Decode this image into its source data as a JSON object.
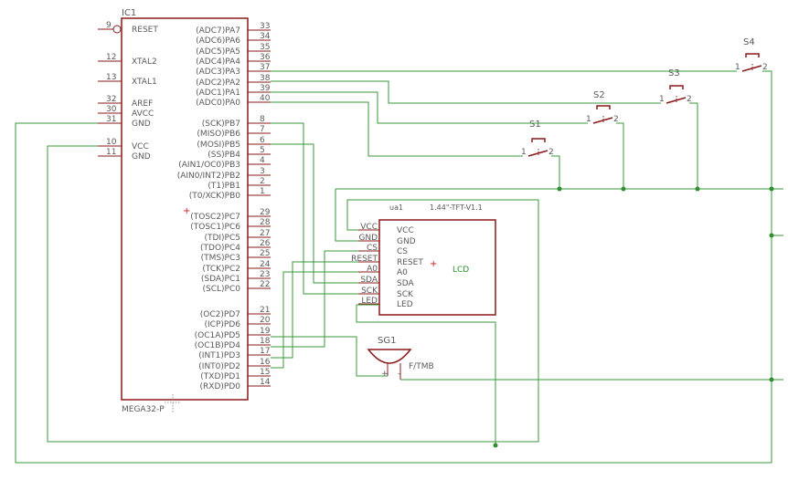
{
  "ic1": {
    "ref": "IC1",
    "part": "MEGA32-P",
    "left_pins": [
      {
        "num": "9",
        "name": "RESET"
      },
      {
        "num": "12",
        "name": "XTAL2"
      },
      {
        "num": "13",
        "name": "XTAL1"
      },
      {
        "num": "32",
        "name": "AREF"
      },
      {
        "num": "30",
        "name": "AVCC"
      },
      {
        "num": "31",
        "name": "GND"
      },
      {
        "num": "10",
        "name": "VCC"
      },
      {
        "num": "11",
        "name": "GND"
      }
    ],
    "right_pins": [
      {
        "num": "33",
        "name": "(ADC7)PA7"
      },
      {
        "num": "34",
        "name": "(ADC6)PA6"
      },
      {
        "num": "35",
        "name": "(ADC5)PA5"
      },
      {
        "num": "36",
        "name": "(ADC4)PA4"
      },
      {
        "num": "37",
        "name": "(ADC3)PA3"
      },
      {
        "num": "38",
        "name": "(ADC2)PA2"
      },
      {
        "num": "39",
        "name": "(ADC1)PA1"
      },
      {
        "num": "40",
        "name": "(ADC0)PA0"
      },
      {
        "num": "8",
        "name": "(SCK)PB7"
      },
      {
        "num": "7",
        "name": "(MISO)PB6"
      },
      {
        "num": "6",
        "name": "(MOSI)PB5"
      },
      {
        "num": "5",
        "name": "(SS)PB4"
      },
      {
        "num": "4",
        "name": "(AIN1/OC0)PB3"
      },
      {
        "num": "3",
        "name": "(AIN0/INT2)PB2"
      },
      {
        "num": "2",
        "name": "(T1)PB1"
      },
      {
        "num": "1",
        "name": "(T0/XCK)PB0"
      },
      {
        "num": "29",
        "name": "(TOSC2)PC7"
      },
      {
        "num": "28",
        "name": "(TOSC1)PC6"
      },
      {
        "num": "27",
        "name": "(TDI)PC5"
      },
      {
        "num": "26",
        "name": "(TDO)PC4"
      },
      {
        "num": "25",
        "name": "(TMS)PC3"
      },
      {
        "num": "24",
        "name": "(TCK)PC2"
      },
      {
        "num": "23",
        "name": "(SDA)PC1"
      },
      {
        "num": "22",
        "name": "(SCL)PC0"
      },
      {
        "num": "21",
        "name": "(OC2)PD7"
      },
      {
        "num": "20",
        "name": "(ICP)PD6"
      },
      {
        "num": "19",
        "name": "(OC1A)PD5"
      },
      {
        "num": "18",
        "name": "(OC1B)PD4"
      },
      {
        "num": "17",
        "name": "(INT1)PD3"
      },
      {
        "num": "16",
        "name": "(INT0)PD2"
      },
      {
        "num": "15",
        "name": "(TXD)PD1"
      },
      {
        "num": "14",
        "name": "(RXD)PD0"
      }
    ]
  },
  "lcd": {
    "ref": "ua1",
    "title": "1.44\"-TFT-V1.1",
    "value": "LCD",
    "pins_inside": [
      "VCC",
      "GND",
      "CS",
      "RESET",
      "A0",
      "SDA",
      "SCK",
      "LED"
    ],
    "pins_outside": [
      "VCC",
      "GND",
      "CS",
      "RESET",
      "A0",
      "SDA",
      "SCK",
      "LED"
    ]
  },
  "switches": [
    {
      "ref": "S1",
      "pin1": "1",
      "pin2": "2"
    },
    {
      "ref": "S2",
      "pin1": "1",
      "pin2": "2"
    },
    {
      "ref": "S3",
      "pin1": "1",
      "pin2": "2"
    },
    {
      "ref": "S4",
      "pin1": "1",
      "pin2": "2"
    }
  ],
  "buzzer": {
    "ref": "SG1",
    "value": "F/TMB",
    "plus": "+",
    "minus": "-"
  },
  "colors": {
    "component": "#8b1a1a",
    "wire": "#3a9a3a",
    "text": "#5a5a5a"
  }
}
